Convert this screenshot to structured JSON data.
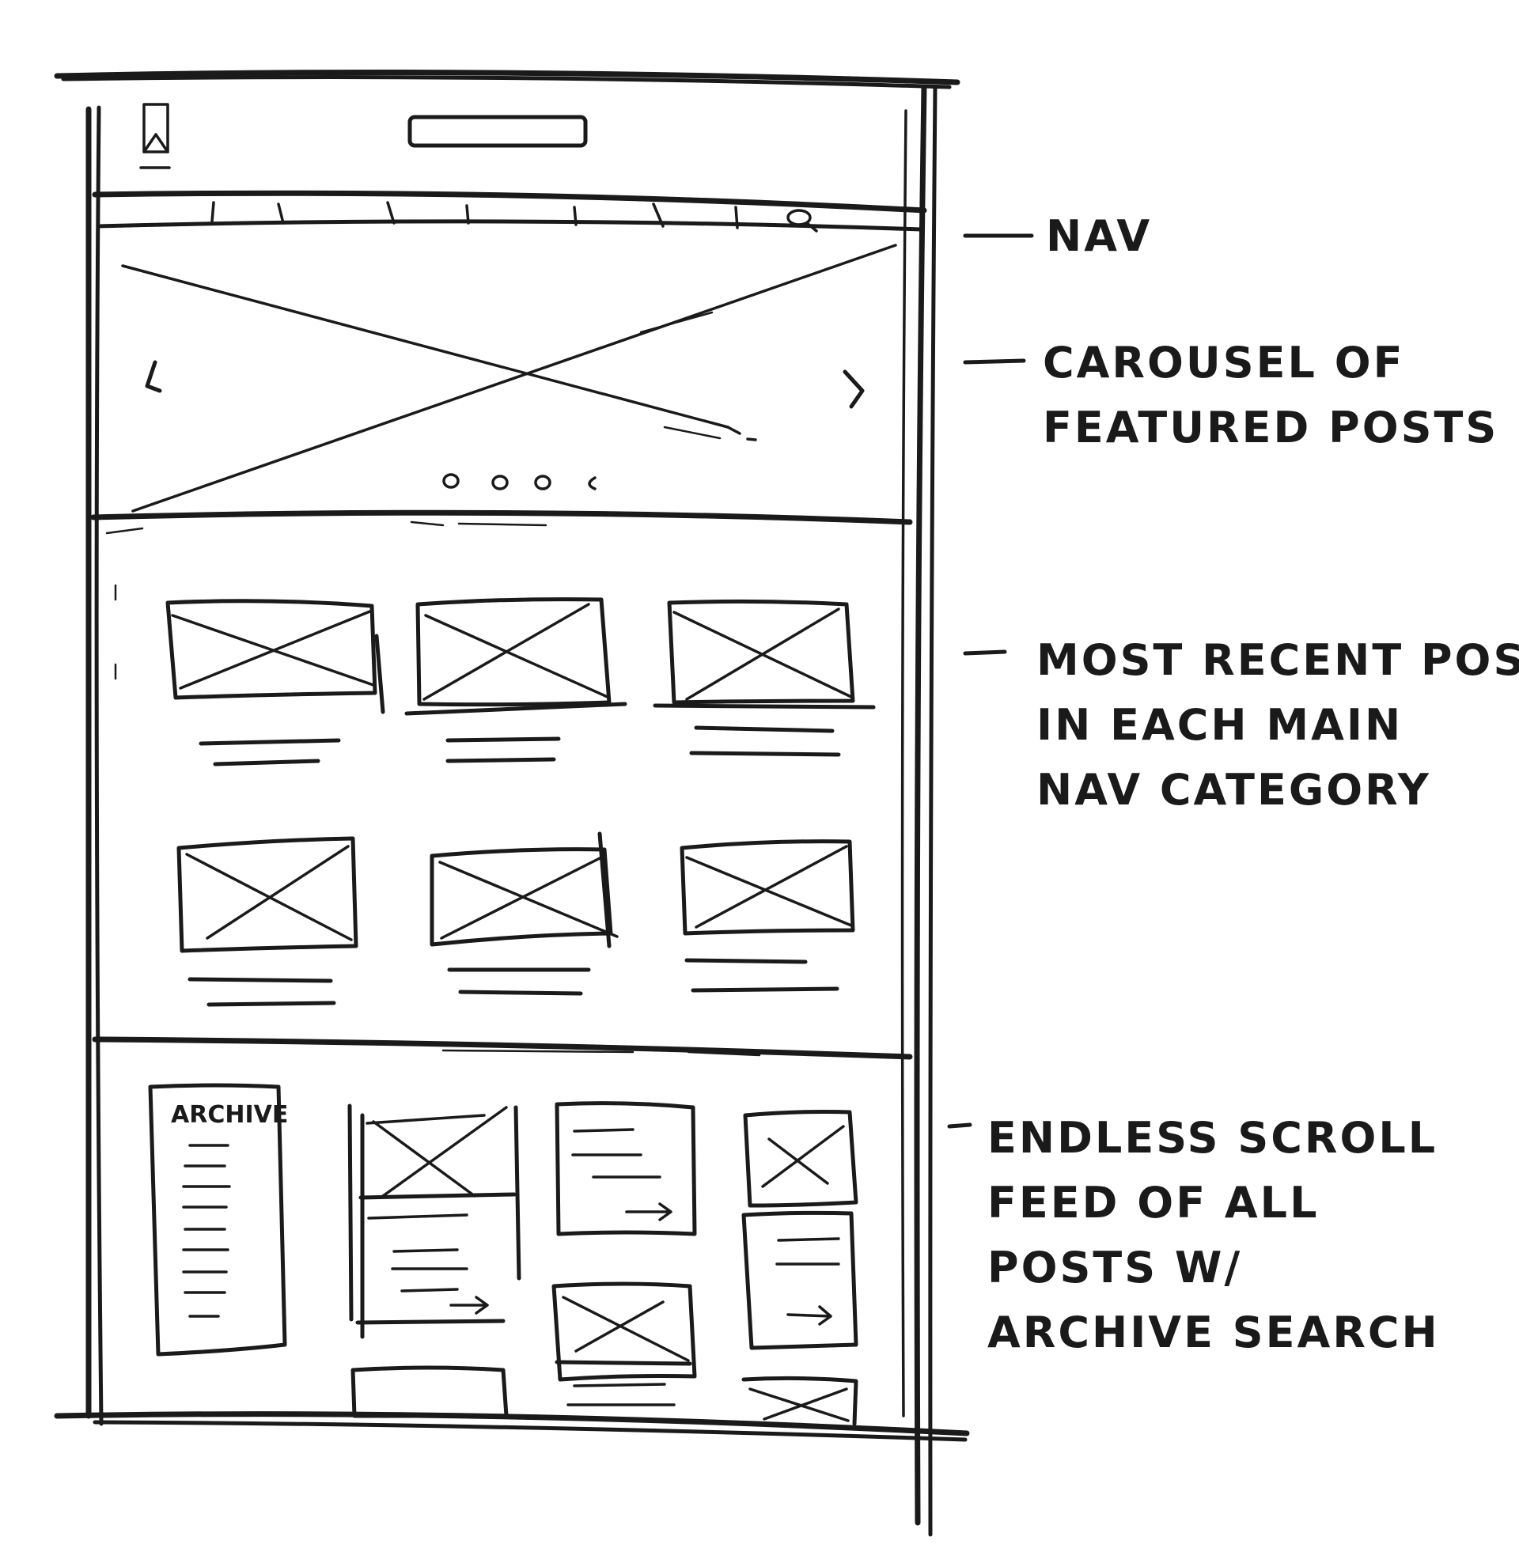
{
  "annotations": {
    "nav": [
      "NAV"
    ],
    "carousel": [
      "CAROUSEL OF",
      "FEATURED POSTS"
    ],
    "recent": [
      "MOST RECENT POST",
      "IN EACH MAIN",
      "NAV CATEGORY"
    ],
    "feed": [
      "ENDLESS SCROLL",
      "FEED OF ALL",
      "POSTS W/",
      "ARCHIVE SEARCH"
    ]
  },
  "sidebar": {
    "label": "ARCHIVE"
  },
  "icons": {
    "logo": "bookmark-icon",
    "search": "search-icon",
    "prev": "chevron-left-icon",
    "next": "chevron-right-icon",
    "arrow": "arrow-right-icon"
  }
}
